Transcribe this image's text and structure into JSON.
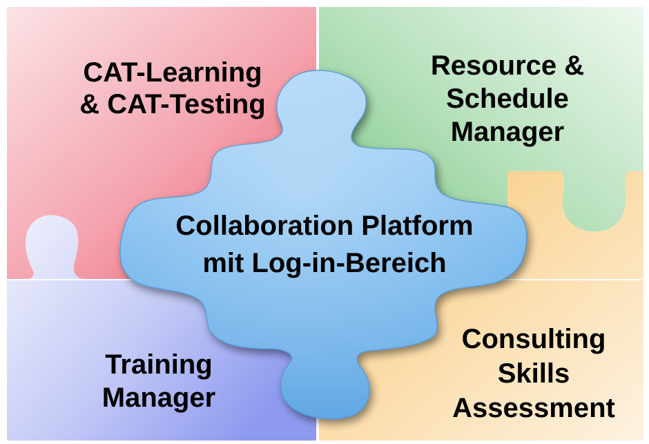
{
  "modules": {
    "top_left": {
      "label": "CAT-Learning\n& CAT-Testing",
      "color": "#f07f90"
    },
    "top_right": {
      "label": "Resource &\nSchedule\nManager",
      "color": "#82c98c"
    },
    "bottom_left": {
      "label": "Training\nManager",
      "color": "#9aa6ee"
    },
    "bottom_right": {
      "label": "Consulting\nSkills\nAssessment",
      "color": "#f6c476"
    }
  },
  "center": {
    "label": "Collaboration Platform\nmit Log-in-Bereich",
    "color": "#6fb4ea",
    "icon": "puzzle-piece-icon"
  }
}
